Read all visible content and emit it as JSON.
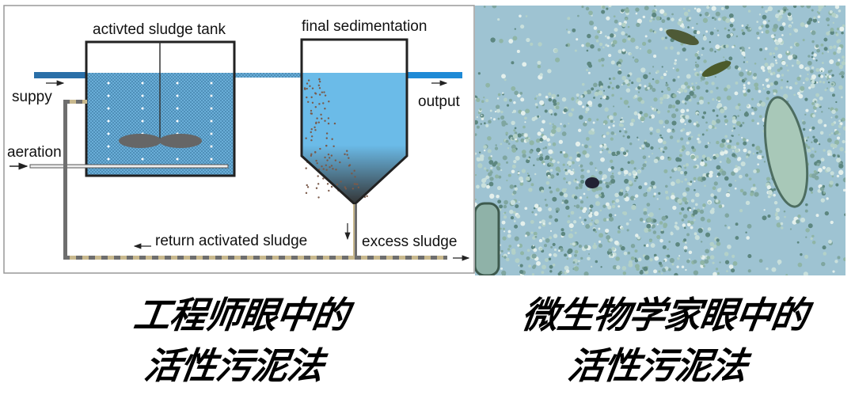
{
  "diagram": {
    "tank_label": "activted sludge tank",
    "sedimentation_label": "final sedimentation",
    "supply_label": "suppy",
    "output_label": "output",
    "aeration_label": "aeration",
    "return_label": "return activated sludge",
    "excess_label": "excess sludge",
    "colors": {
      "water": "#6bbbe8",
      "pipe": "#8a7f66",
      "outline": "#222222"
    }
  },
  "captions": {
    "left": {
      "line1": "工程师眼中的",
      "line2": "活性污泥法"
    },
    "right": {
      "line1": "微生物学家眼中的",
      "line2": "活性污泥法"
    }
  }
}
